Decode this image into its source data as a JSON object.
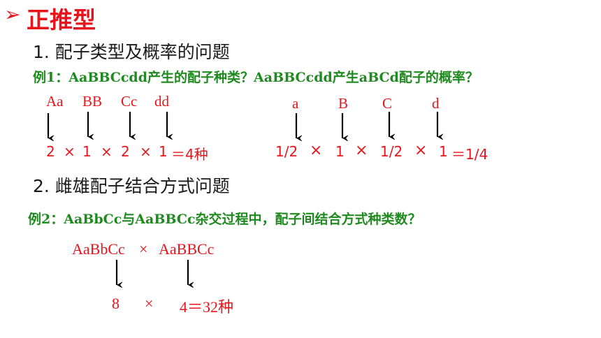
{
  "title": {
    "bullet": "➢",
    "text": "正推型"
  },
  "section1": {
    "heading": "1. 配子类型及概率的问题",
    "example": "例1：AaBBCcdd产生的配子种类？AaBBCcdd产生aBCd配子的概率？",
    "left_genes": [
      "Aa",
      "BB",
      "Cc",
      "dd"
    ],
    "left_formula": [
      "2",
      "×",
      "1",
      "×",
      "2",
      "×",
      "1",
      "＝4种"
    ],
    "right_genes": [
      "a",
      "B",
      "C",
      "d"
    ],
    "right_formula": [
      "1/2",
      "×",
      "1",
      "×",
      "1/2",
      "×",
      "1",
      "＝1/4"
    ]
  },
  "section2": {
    "heading": "2. 雌雄配子结合方式问题",
    "example": "例2：AaBbCc与AaBBCc杂交过程中，配子间结合方式种类数？",
    "parent1": "AaBbCc",
    "cross": "×",
    "parent2": "AaBBCc",
    "result": [
      "8",
      "×",
      "4＝32种"
    ]
  },
  "colors": {
    "accent": "#e8141b",
    "example": "#1f8a1f",
    "text": "#1a1a1a"
  }
}
